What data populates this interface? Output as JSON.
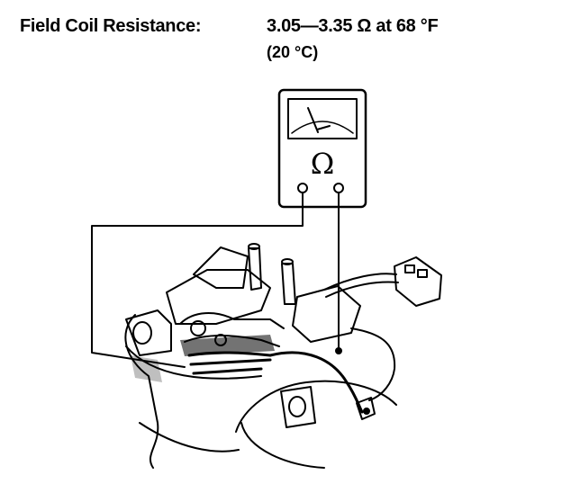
{
  "spec": {
    "label": "Field Coil Resistance:",
    "value": "3.05—3.35 Ω at 68 °F",
    "sub": "(20 °C)"
  },
  "meter": {
    "symbol": "Ω"
  }
}
